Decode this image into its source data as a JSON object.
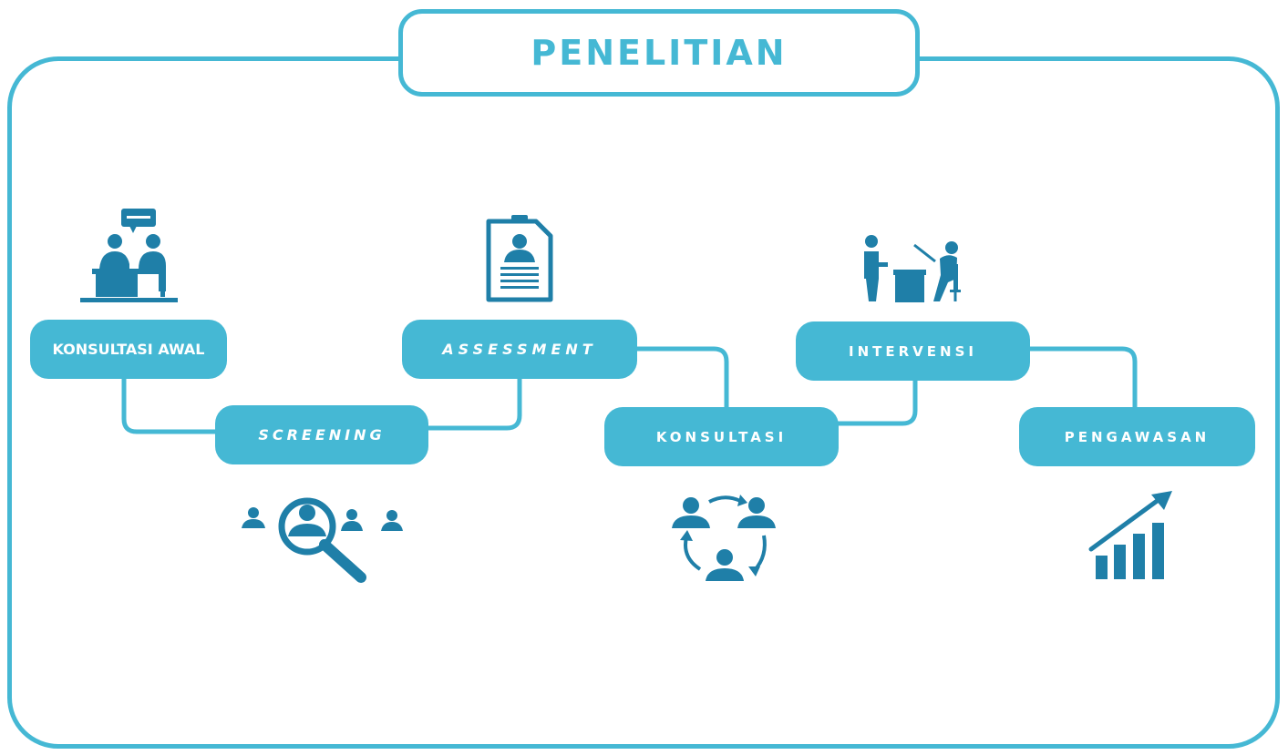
{
  "title": "PENELITIAN",
  "colors": {
    "accent": "#45b8d4",
    "icon": "#1f7fa8",
    "background": "#ffffff",
    "label_text": "#ffffff"
  },
  "steps": [
    {
      "label": "KONSULTASI AWAL",
      "icon": "consultation-meeting-icon"
    },
    {
      "label": "SCREENING",
      "icon": "screening-magnifier-icon"
    },
    {
      "label": "ASSESSMENT",
      "icon": "assessment-clipboard-icon"
    },
    {
      "label": "KONSULTASI",
      "icon": "consultation-cycle-icon"
    },
    {
      "label": "INTERVENSI",
      "icon": "intervention-presentation-icon"
    },
    {
      "label": "PENGAWASAN",
      "icon": "monitoring-growth-chart-icon"
    }
  ]
}
